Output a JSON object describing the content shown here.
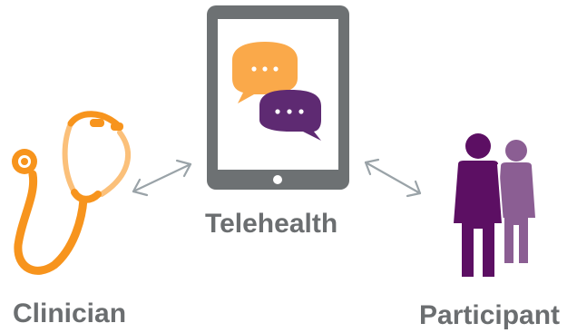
{
  "labels": {
    "clinician": "Clinician",
    "telehealth": "Telehealth",
    "participant": "Participant"
  },
  "icons": {
    "clinician": "stethoscope-icon",
    "telehealth": "tablet-icon",
    "chat": "chat-bubbles-icon",
    "participant": "people-icon",
    "connection": "double-arrow-icon"
  },
  "colors": {
    "label": "#6b6e70",
    "tablet": "#6d7173",
    "orange": "#f7941d",
    "orange_light": "#fbc07a",
    "bubble_orange": "#faa94a",
    "purple": "#5e2a72",
    "purple_dark": "#5c0f63",
    "purple_light": "#8b5e93",
    "arrow": "#9aa3a8"
  }
}
